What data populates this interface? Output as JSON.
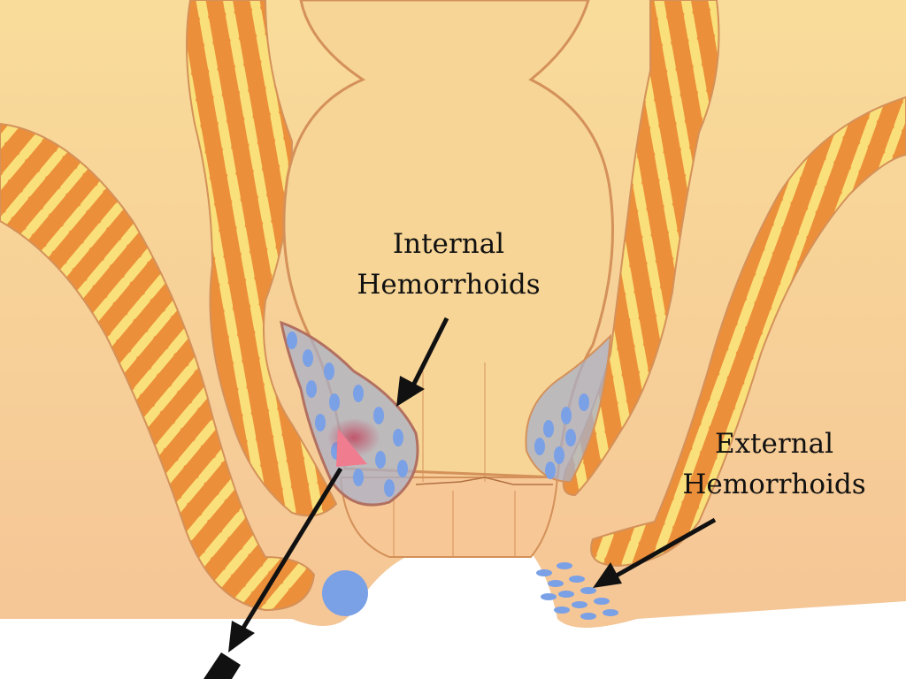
{
  "labels": {
    "internal_line1": "Internal",
    "internal_line2": "Hemorrhoids",
    "external_line1": "External",
    "external_line2": "Hemorrhoids"
  },
  "colors": {
    "tissue": "#f7d596",
    "tissue_outline": "#d4915a",
    "muscle": "#ec8f3a",
    "muscle_stripe": "#f9e07a",
    "canal": "#f7c896",
    "vein_fill": "#8aa8e0",
    "vein_dot": "#7aa0e6",
    "bleed": "#f07c8f",
    "arrow": "#111111"
  },
  "icons": [
    "internal-hemorrhoid-icon",
    "external-hemorrhoid-icon",
    "thrombosed-vein-icon"
  ]
}
